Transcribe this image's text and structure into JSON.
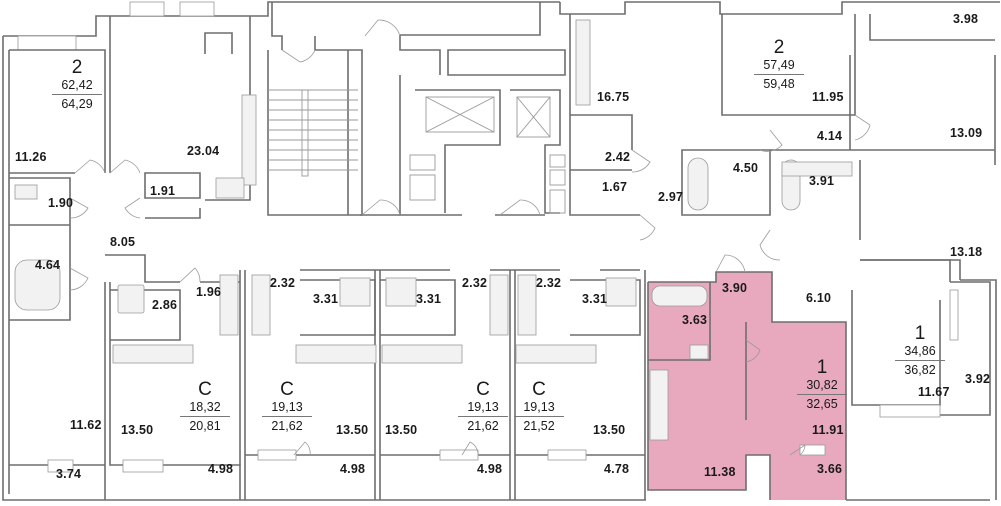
{
  "plan": {
    "highlight_color": "#e8a9bf",
    "wall_color": "#6e6e6e",
    "apartments": [
      {
        "id": "apt-2-left",
        "type": "2",
        "living_area": "62,42",
        "total_area": "64,29",
        "highlighted": false
      },
      {
        "id": "apt-2-top-right",
        "type": "2",
        "living_area": "57,49",
        "total_area": "59,48",
        "highlighted": false
      },
      {
        "id": "apt-studio-1",
        "type": "С",
        "living_area": "18,32",
        "total_area": "20,81",
        "highlighted": false
      },
      {
        "id": "apt-studio-2",
        "type": "С",
        "living_area": "19,13",
        "total_area": "21,62",
        "highlighted": false
      },
      {
        "id": "apt-studio-3",
        "type": "С",
        "living_area": "19,13",
        "total_area": "21,62",
        "highlighted": false
      },
      {
        "id": "apt-studio-4",
        "type": "С",
        "living_area": "19,13",
        "total_area": "21,52",
        "highlighted": false
      },
      {
        "id": "apt-1-highlighted",
        "type": "1",
        "living_area": "30,82",
        "total_area": "32,65",
        "highlighted": true
      },
      {
        "id": "apt-1-right",
        "type": "1",
        "living_area": "34,86",
        "total_area": "36,82",
        "highlighted": false
      }
    ],
    "rooms": [
      {
        "v": "11.26"
      },
      {
        "v": "23.04"
      },
      {
        "v": "1.91"
      },
      {
        "v": "1.90"
      },
      {
        "v": "8.05"
      },
      {
        "v": "4.64"
      },
      {
        "v": "16.75"
      },
      {
        "v": "2.42"
      },
      {
        "v": "1.67"
      },
      {
        "v": "2.97"
      },
      {
        "v": "4.50"
      },
      {
        "v": "11.95"
      },
      {
        "v": "4.14"
      },
      {
        "v": "3.98"
      },
      {
        "v": "13.09"
      },
      {
        "v": "3.91"
      },
      {
        "v": "13.18"
      },
      {
        "v": "2.86"
      },
      {
        "v": "1.96"
      },
      {
        "v": "11.62"
      },
      {
        "v": "13.50"
      },
      {
        "v": "3.74"
      },
      {
        "v": "4.98"
      },
      {
        "v": "2.32"
      },
      {
        "v": "3.31"
      },
      {
        "v": "13.50"
      },
      {
        "v": "4.98"
      },
      {
        "v": "3.31"
      },
      {
        "v": "2.32"
      },
      {
        "v": "13.50"
      },
      {
        "v": "4.98"
      },
      {
        "v": "2.32"
      },
      {
        "v": "3.31"
      },
      {
        "v": "13.50"
      },
      {
        "v": "4.78"
      },
      {
        "v": "3.90"
      },
      {
        "v": "3.63"
      },
      {
        "v": "11.38"
      },
      {
        "v": "11.91"
      },
      {
        "v": "3.66"
      },
      {
        "v": "6.10"
      },
      {
        "v": "11.67"
      },
      {
        "v": "3.92"
      }
    ]
  }
}
